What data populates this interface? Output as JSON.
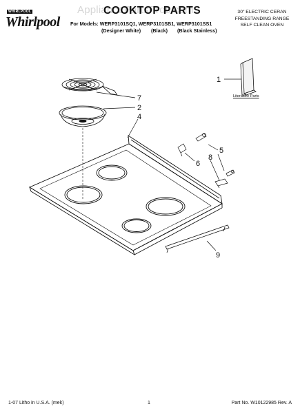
{
  "header": {
    "brand_tag": "WHIRLPOOL",
    "brand": "Whirlpool",
    "watermark": "AppliancePartsPros.com",
    "title": "COOKTOP PARTS",
    "models_line": "For Models: WERP3101SQ1, WERP3101SB1, WERP3101SS1",
    "variants": [
      "(Designer White)",
      "(Black)",
      "(Black Stainless)"
    ],
    "right_lines": [
      "30\" ELECTRIC CERAN",
      "FREESTANDING RANGE",
      "SELF CLEAN OVEN"
    ]
  },
  "diagram": {
    "literature_label": "Literature Parts",
    "callouts": [
      "1",
      "7",
      "2",
      "4",
      "5",
      "6",
      "8",
      "9"
    ]
  },
  "footer": {
    "left": "1-07 Litho in U.S.A. (mek)",
    "center": "1",
    "right": "Part No. W10122985 Rev. A"
  }
}
